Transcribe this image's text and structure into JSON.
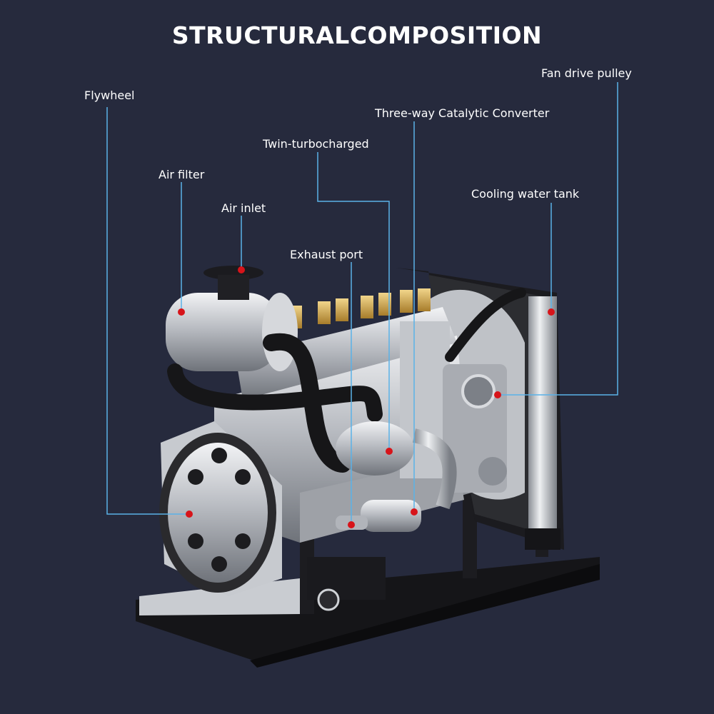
{
  "title": "STRUCTURALCOMPOSITION",
  "labels": {
    "flywheel": "Flywheel",
    "air_filter": "Air filter",
    "air_inlet": "Air inlet",
    "exhaust_port": "Exhaust port",
    "twin_turbo": "Twin-turbocharged",
    "catalytic_converter": "Three-way Catalytic Converter",
    "fan_drive_pulley": "Fan drive pulley",
    "cooling_water_tank": "Cooling water tank"
  },
  "colors": {
    "background": "#262a3d",
    "leader_line": "#5ab2e8",
    "marker": "#d7141a",
    "text": "#ffffff"
  }
}
